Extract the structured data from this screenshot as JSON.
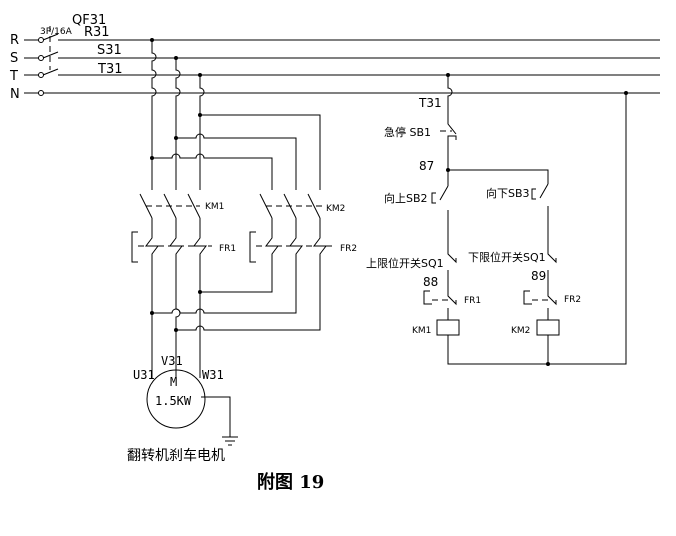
{
  "phases": [
    "R",
    "S",
    "T",
    "N"
  ],
  "breaker": {
    "label": "QF31",
    "rating": "3P/16A"
  },
  "line_labels": [
    "R31",
    "S31",
    "T31"
  ],
  "control_supply": "T31",
  "stop_button": "急停 SB1",
  "node_87": "87",
  "up_button": "向上SB2",
  "down_button": "向下SB3",
  "upper_limit": "上限位开关SQ1",
  "lower_limit": "下限位开关SQ1",
  "node_88": "88",
  "node_89": "89",
  "fr1": "FR1",
  "fr2": "FR2",
  "km1": "KM1",
  "km2": "KM2",
  "motor": {
    "u": "U31",
    "v": "V31",
    "w": "W31",
    "symbol": "M",
    "power": "1.5KW",
    "name": "翻转机刹车电机"
  },
  "caption": "附图 19"
}
